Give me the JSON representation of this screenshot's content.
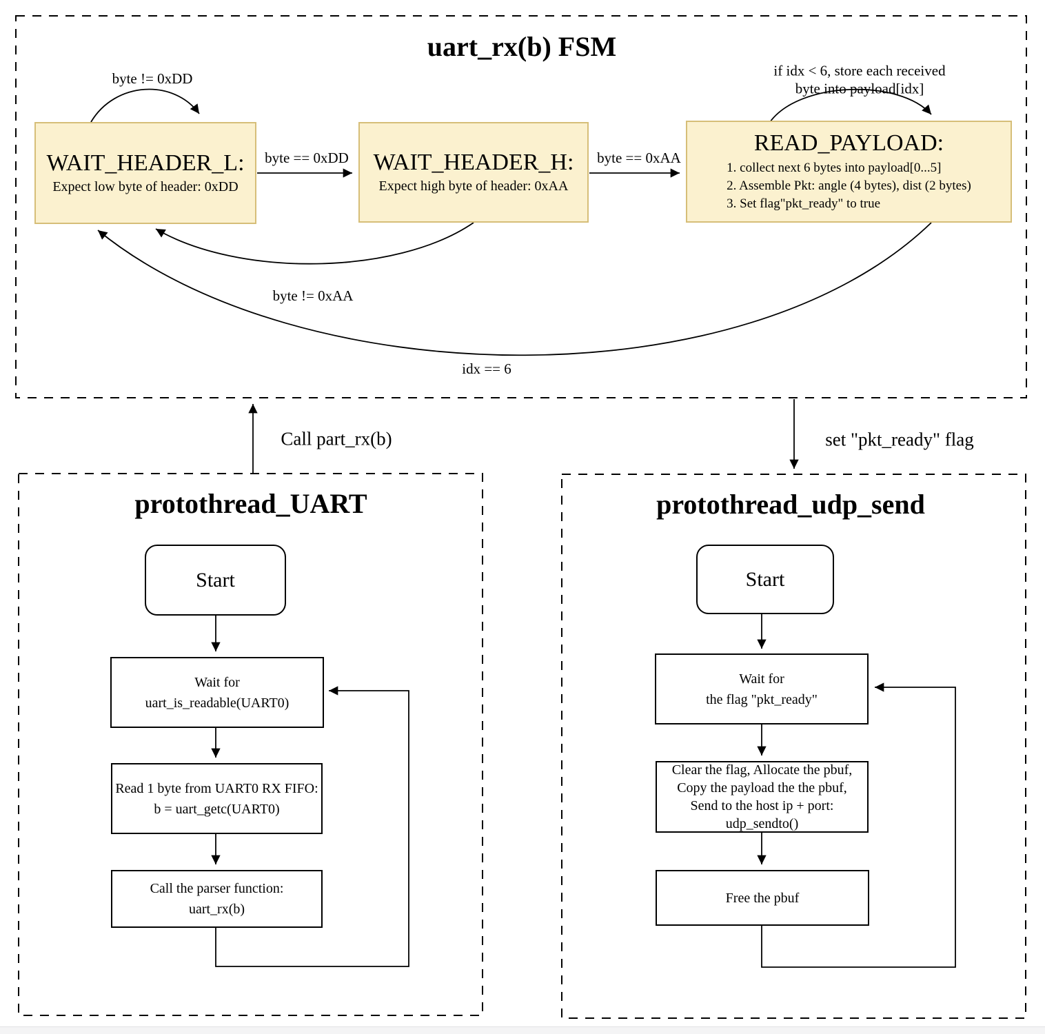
{
  "fsm": {
    "title": "uart_rx(b) FSM",
    "states": {
      "wait_header_l": {
        "title": "WAIT_HEADER_L:",
        "subtitle": "Expect low byte of header: 0xDD"
      },
      "wait_header_h": {
        "title": "WAIT_HEADER_H:",
        "subtitle": "Expect high byte of header: 0xAA"
      },
      "read_payload": {
        "title": "READ_PAYLOAD:",
        "items": [
          "1. collect next 6 bytes into payload[0...5]",
          "2. Assemble Pkt: angle (4 bytes), dist (2 bytes)",
          "3. Set flag\"pkt_ready\" to true"
        ]
      }
    },
    "transitions": {
      "self_l": "byte != 0xDD",
      "l_to_h": "byte == 0xDD",
      "h_to_read": "byte == 0xAA",
      "self_read_line1": "if idx < 6, store each received",
      "self_read_line2": "byte into payload[idx]",
      "h_to_l": "byte != 0xAA",
      "read_to_l": "idx == 6"
    }
  },
  "links": {
    "call_label": "Call part_rx(b)",
    "flag_label": "set \"pkt_ready\" flag"
  },
  "uart_thread": {
    "title": "protothread_UART",
    "start_label": "Start",
    "steps": [
      {
        "lines": [
          "Wait for",
          "uart_is_readable(UART0)"
        ]
      },
      {
        "lines": [
          "Read 1 byte from UART0 RX FIFO:",
          "b = uart_getc(UART0)"
        ]
      },
      {
        "lines": [
          "Call the parser function:",
          "uart_rx(b)"
        ]
      }
    ]
  },
  "udp_thread": {
    "title": "protothread_udp_send",
    "start_label": "Start",
    "steps": [
      {
        "lines": [
          "Wait for",
          "the flag \"pkt_ready\""
        ]
      },
      {
        "lines": [
          "Clear the flag, Allocate the pbuf,",
          "Copy the payload the the pbuf,",
          "Send to the host ip + port:",
          "udp_sendto()"
        ]
      },
      {
        "lines": [
          "Free the pbuf"
        ]
      }
    ]
  },
  "colors": {
    "state_fill": "#FBF1CF",
    "state_border": "#D6BE78",
    "line": "#000000"
  }
}
